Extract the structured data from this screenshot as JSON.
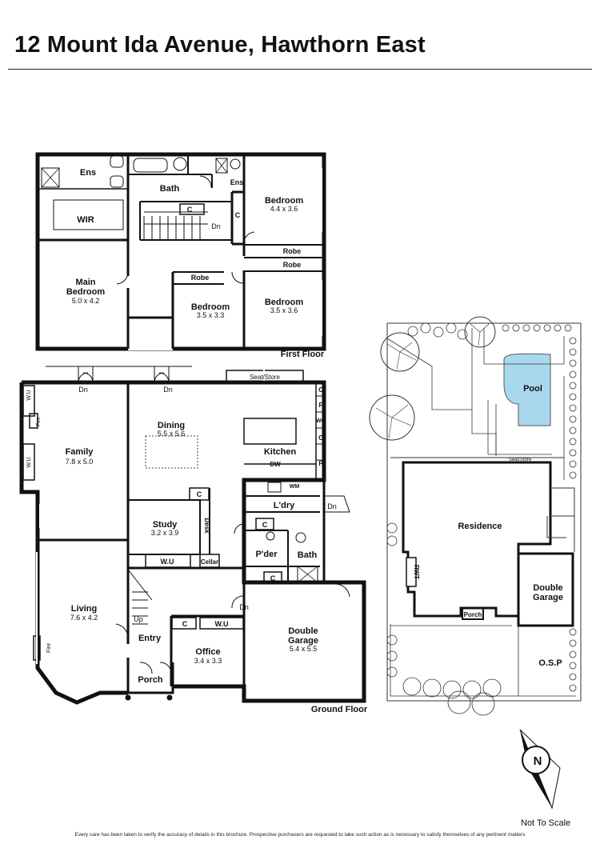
{
  "title": "12 Mount Ida Avenue, Hawthorn East",
  "first_floor": {
    "label": "First Floor",
    "rooms": {
      "ens_main": "Ens",
      "bath": "Bath",
      "ens_small": "Ens",
      "bedroom1_name": "Bedroom",
      "bedroom1_dim": "4.4 x 3.6",
      "wir": "WIR",
      "main_bed_name": "Main",
      "main_bed_name2": "Bedroom",
      "main_bed_dim": "5.0 x 4.2",
      "bedroom2_name": "Bedroom",
      "bedroom2_dim": "3.5 x 3.3",
      "bedroom3_name": "Bedroom",
      "bedroom3_dim": "3.5 x 3.6",
      "robe1": "Robe",
      "robe2": "Robe",
      "robe3": "Robe",
      "c1": "C",
      "c2": "C",
      "dn": "Dn"
    }
  },
  "ground_floor": {
    "label": "Ground Floor",
    "rooms": {
      "wu1": "W.U",
      "wu2": "W.U",
      "wu3": "W.U",
      "wu4": "W.U",
      "fire1": "Fire",
      "fire2": "Fire",
      "dn1": "Dn",
      "dn2": "Dn",
      "dn3": "Dn",
      "dn4": "Dn",
      "up": "Up",
      "seat_store": "Seat/Store",
      "family_name": "Family",
      "family_dim": "7.8 x 5.0",
      "dining_name": "Dining",
      "dining_dim": "5.5 x 5.6",
      "kitchen": "Kitchen",
      "dw": "DW",
      "wm": "WM",
      "c_k": "C",
      "f_k": "F",
      "wo_k": "WO",
      "c_k2": "C",
      "p_k": "P",
      "study_name": "Study",
      "study_dim": "3.2 x 3.9",
      "desk": "Desk",
      "c_study": "C",
      "cellar": "Cellar",
      "ldry": "L'dry",
      "c_ldry": "C",
      "pder": "P'der",
      "bath": "Bath",
      "c_bath": "C",
      "living_name": "Living",
      "living_dim": "7.6 x 4.2",
      "entry": "Entry",
      "porch": "Porch",
      "office_name": "Office",
      "office_dim": "3.4 x 3.3",
      "c_office": "C",
      "garage_name": "Double",
      "garage_name2": "Garage",
      "garage_dim": "5.4 x 5.5"
    }
  },
  "site_plan": {
    "pool": "Pool",
    "seat_store": "Seat/Store",
    "residence": "Residence",
    "rwt": "RWT",
    "porch": "Porch",
    "garage1": "Double",
    "garage2": "Garage",
    "osp": "O.S.P"
  },
  "compass": "N",
  "scale_note": "Not To Scale",
  "disclaimer": "Every care has been taken to verify the accuracy of details in this brochure. Prospective purchasers are requested to take such action as is necessary to satisfy themselves of any pertinent matters"
}
